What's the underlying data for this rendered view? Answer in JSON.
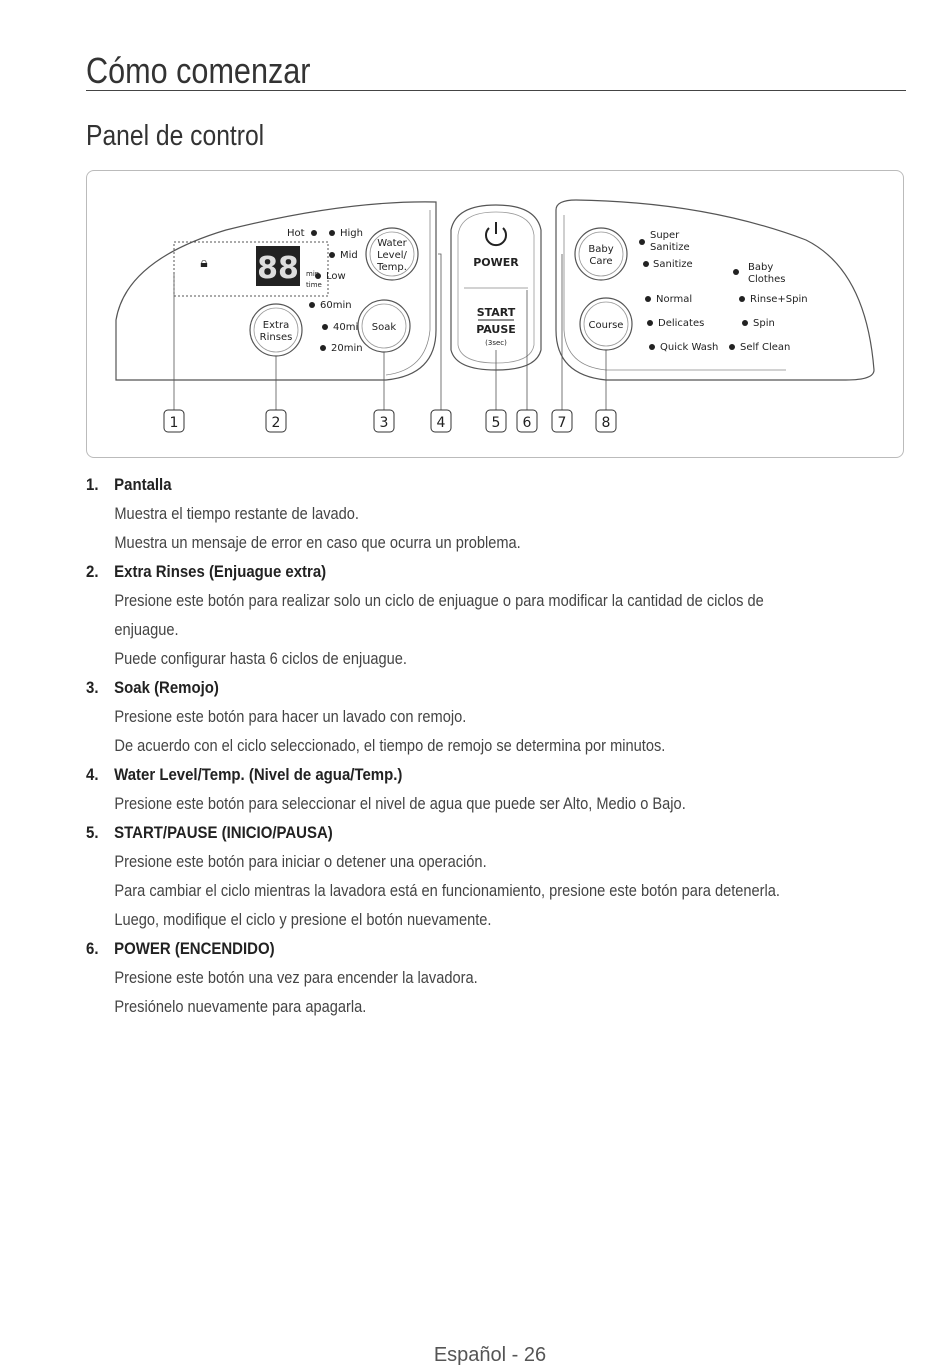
{
  "header": {
    "title": "Cómo comenzar",
    "section": "Panel de control"
  },
  "panel": {
    "callouts": [
      "1",
      "2",
      "3",
      "4",
      "5",
      "6",
      "7",
      "8"
    ],
    "temp": {
      "hot": "Hot"
    },
    "water_levels": [
      "High",
      "Mid",
      "Low"
    ],
    "water_button": [
      "Water",
      "Level/",
      "Temp."
    ],
    "extra_button": [
      "Extra",
      "Rinses"
    ],
    "soak_button": "Soak",
    "soak_times": [
      "60min",
      "40min",
      "20min"
    ],
    "power_label": "POWER",
    "start_label": "START",
    "pause_label": "PAUSE",
    "lock_hint": "(3sec)",
    "display_digits": "88",
    "display_units": [
      "min",
      "time"
    ],
    "baby_button": [
      "Baby",
      "Care"
    ],
    "course_button": "Course",
    "courses_left": [
      "Super",
      "Sanitize",
      "Sanitize",
      "Normal",
      "Delicates",
      "Quick Wash"
    ],
    "courses_right": [
      "Baby",
      "Clothes",
      "Rinse+Spin",
      "Spin",
      "Self Clean"
    ]
  },
  "items": [
    {
      "num": "1.",
      "title": "Pantalla",
      "lines": [
        "Muestra el tiempo restante de lavado.",
        "Muestra un mensaje de error en caso que ocurra un problema."
      ]
    },
    {
      "num": "2.",
      "title": "Extra Rinses (Enjuague extra)",
      "lines": [
        "Presione este botón para realizar solo un ciclo de enjuague o para modificar la cantidad de ciclos de",
        "enjuague.",
        "Puede configurar hasta 6 ciclos de enjuague."
      ]
    },
    {
      "num": "3.",
      "title": "Soak (Remojo)",
      "lines": [
        "Presione este botón para hacer un lavado con remojo.",
        "De acuerdo con el ciclo seleccionado, el tiempo de remojo se determina por minutos."
      ]
    },
    {
      "num": "4.",
      "title": "Water Level/Temp. (Nivel de agua/Temp.)",
      "lines": [
        "Presione este botón para seleccionar el nivel de agua que puede ser Alto, Medio o Bajo."
      ]
    },
    {
      "num": "5.",
      "title": "START/PAUSE (INICIO/PAUSA)",
      "lines": [
        "Presione este botón para iniciar o detener una operación.",
        "Para cambiar el ciclo mientras la lavadora está en funcionamiento, presione este botón para detenerla.",
        "Luego, modifique el ciclo y presione el botón nuevamente."
      ]
    },
    {
      "num": "6.",
      "title": "POWER (ENCENDIDO)",
      "lines": [
        "Presione este botón una vez para encender la lavadora.",
        "Presiónelo nuevamente para apagarla."
      ]
    }
  ],
  "footer": {
    "page": "Español - 26"
  }
}
